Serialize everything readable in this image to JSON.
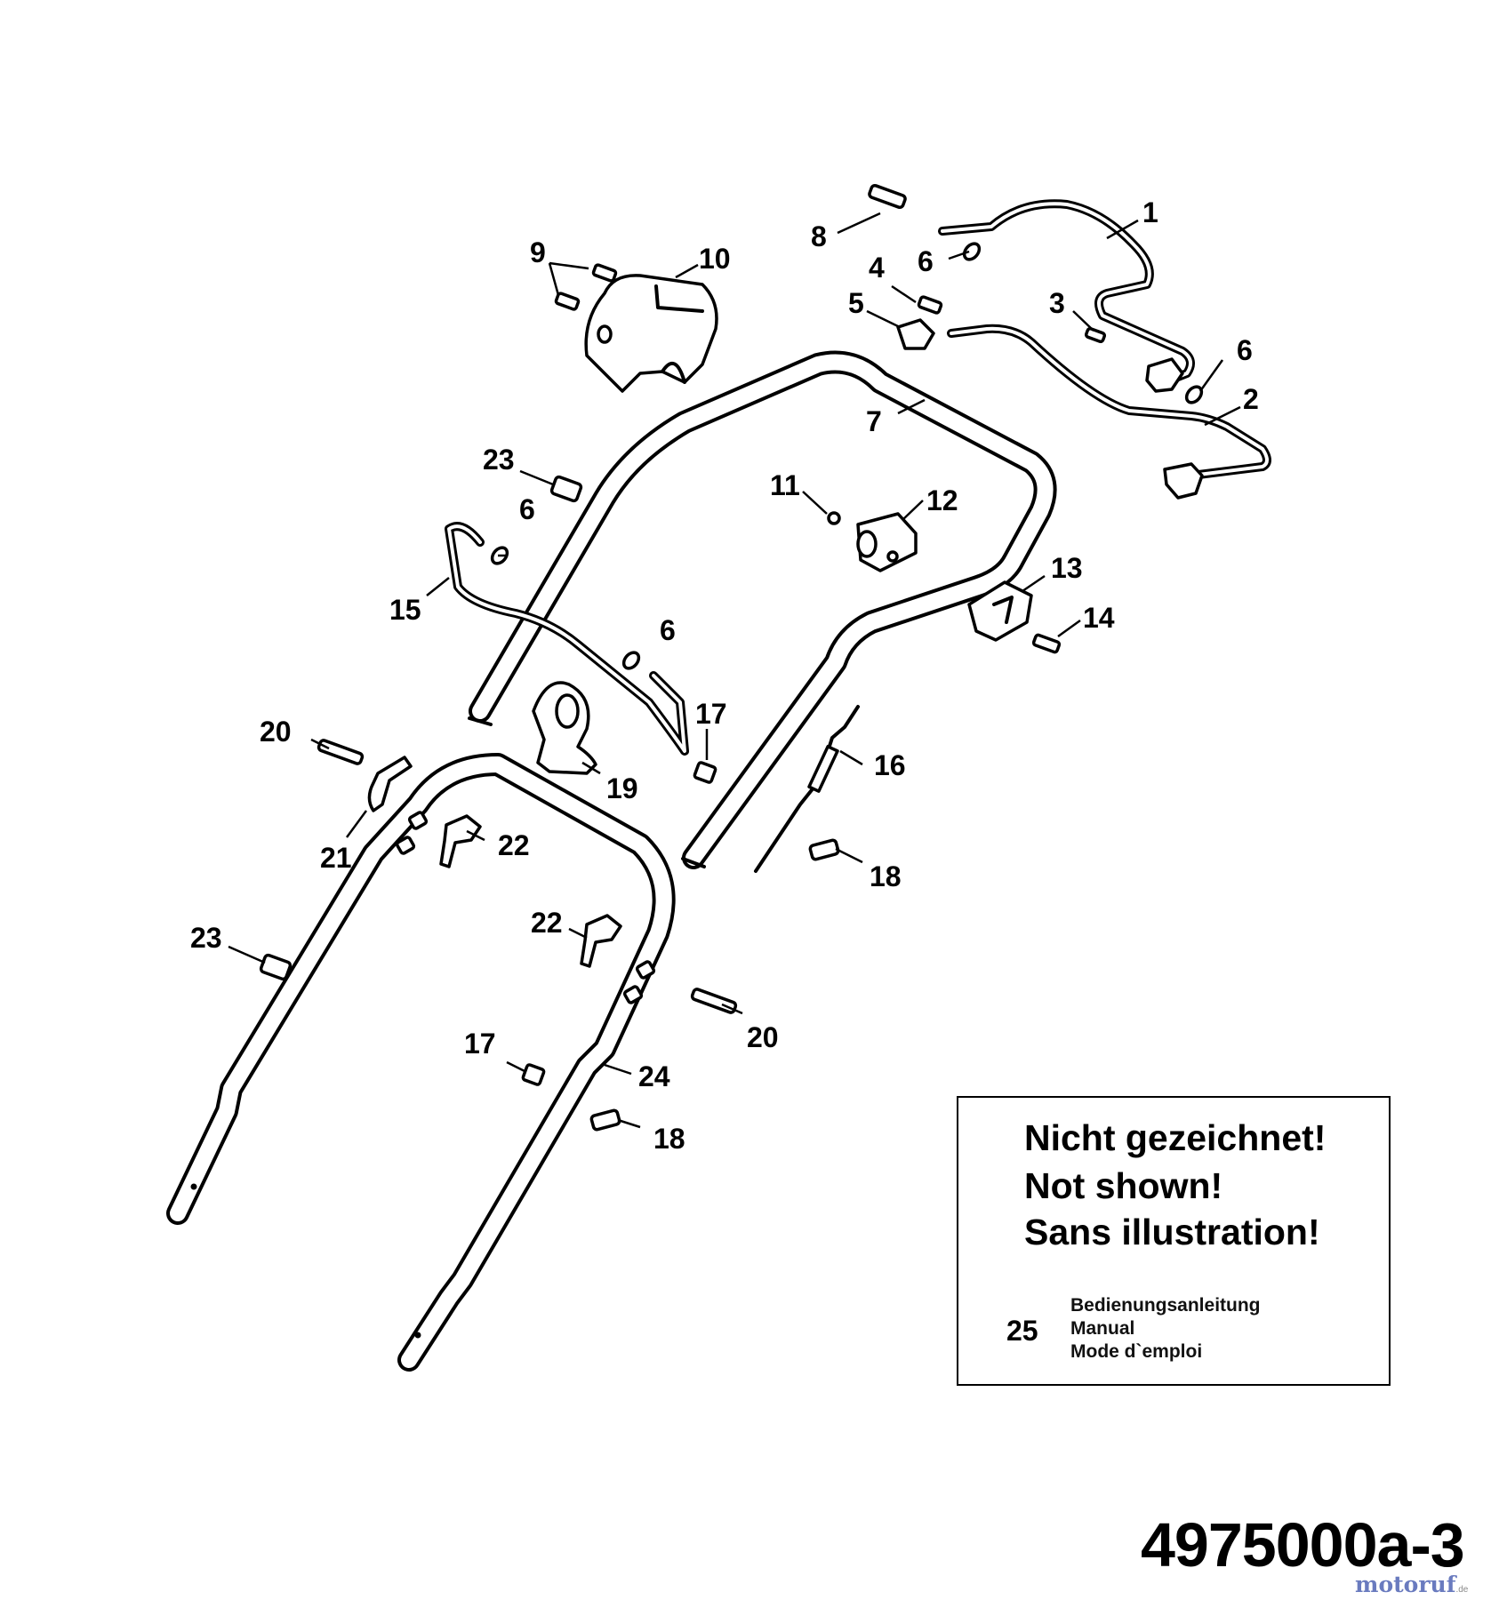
{
  "callouts": [
    {
      "id": "1",
      "text": "1"
    },
    {
      "id": "2",
      "text": "2"
    },
    {
      "id": "3",
      "text": "3"
    },
    {
      "id": "4",
      "text": "4"
    },
    {
      "id": "5",
      "text": "5"
    },
    {
      "id": "6a",
      "text": "6"
    },
    {
      "id": "6b",
      "text": "6"
    },
    {
      "id": "6c",
      "text": "6"
    },
    {
      "id": "6d",
      "text": "6"
    },
    {
      "id": "7",
      "text": "7"
    },
    {
      "id": "8",
      "text": "8"
    },
    {
      "id": "9",
      "text": "9"
    },
    {
      "id": "10",
      "text": "10"
    },
    {
      "id": "11",
      "text": "11"
    },
    {
      "id": "12",
      "text": "12"
    },
    {
      "id": "13",
      "text": "13"
    },
    {
      "id": "14",
      "text": "14"
    },
    {
      "id": "15",
      "text": "15"
    },
    {
      "id": "16",
      "text": "16"
    },
    {
      "id": "17a",
      "text": "17"
    },
    {
      "id": "17b",
      "text": "17"
    },
    {
      "id": "18a",
      "text": "18"
    },
    {
      "id": "18b",
      "text": "18"
    },
    {
      "id": "19",
      "text": "19"
    },
    {
      "id": "20a",
      "text": "20"
    },
    {
      "id": "20b",
      "text": "20"
    },
    {
      "id": "21",
      "text": "21"
    },
    {
      "id": "22a",
      "text": "22"
    },
    {
      "id": "22b",
      "text": "22"
    },
    {
      "id": "23a",
      "text": "23"
    },
    {
      "id": "23b",
      "text": "23"
    },
    {
      "id": "24",
      "text": "24"
    }
  ],
  "note": {
    "lines": [
      "Nicht gezeichnet!",
      "Not shown!",
      "Sans illustration!"
    ],
    "item_number": "25",
    "item_lines": [
      "Bedienungsanleitung",
      "Manual",
      "Mode d`emploi"
    ]
  },
  "diagram_id": "4975000a-3",
  "watermark": {
    "text": "motoruf",
    "suffix": ".de"
  }
}
